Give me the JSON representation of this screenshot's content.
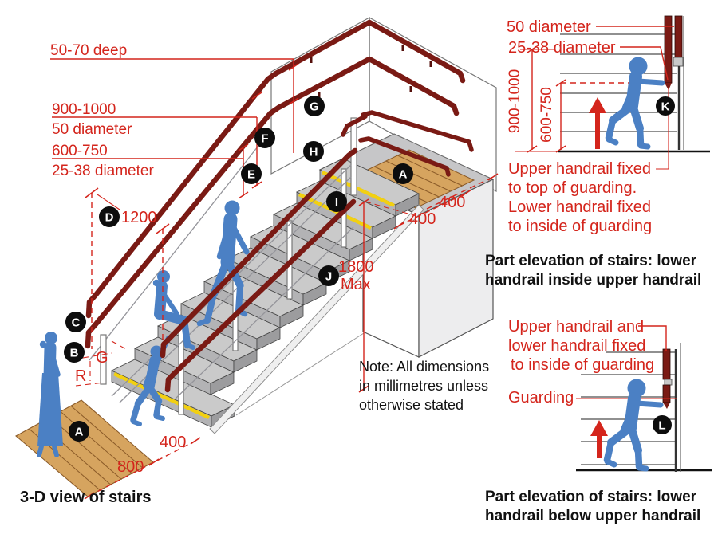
{
  "title3d": "3-D view of stairs",
  "markers": {
    "a": "A",
    "b": "B",
    "c": "C",
    "d": "D",
    "e": "E",
    "f": "F",
    "g": "G",
    "h": "H",
    "i": "I",
    "j": "J",
    "k": "K",
    "l": "L"
  },
  "dims3d": {
    "deep": "50-70 deep",
    "h_upper": "900-1000",
    "dia_upper": "50 diameter",
    "h_lower": "600-750",
    "dia_lower": "25-38 diameter",
    "stair_width": "1200",
    "going": "G",
    "riser": "R",
    "landing_400a": "400",
    "landing_400b": "400",
    "guard_h": "1800",
    "guard_max": "Max",
    "floor_400": "400",
    "floor_800": "800"
  },
  "note": [
    "Note: All dimensions",
    "in millimetres unless",
    "otherwise stated"
  ],
  "elev_top": {
    "dia_upper": "50 diameter",
    "dia_lower": "25-38 diameter",
    "h_upper": "900-1000",
    "h_lower": "600-750",
    "ann": [
      "Upper handrail fixed",
      "to top of guarding.",
      "Lower handrail fixed",
      "to inside of guarding"
    ],
    "caption": [
      "Part elevation of stairs: lower",
      "handrail inside upper handrail"
    ]
  },
  "elev_bottom": {
    "ann": [
      "Upper handrail and",
      "lower handrail fixed",
      "to inside of guarding"
    ],
    "guarding": "Guarding",
    "caption": [
      "Part elevation of stairs: lower",
      "handrail below upper handrail"
    ]
  }
}
